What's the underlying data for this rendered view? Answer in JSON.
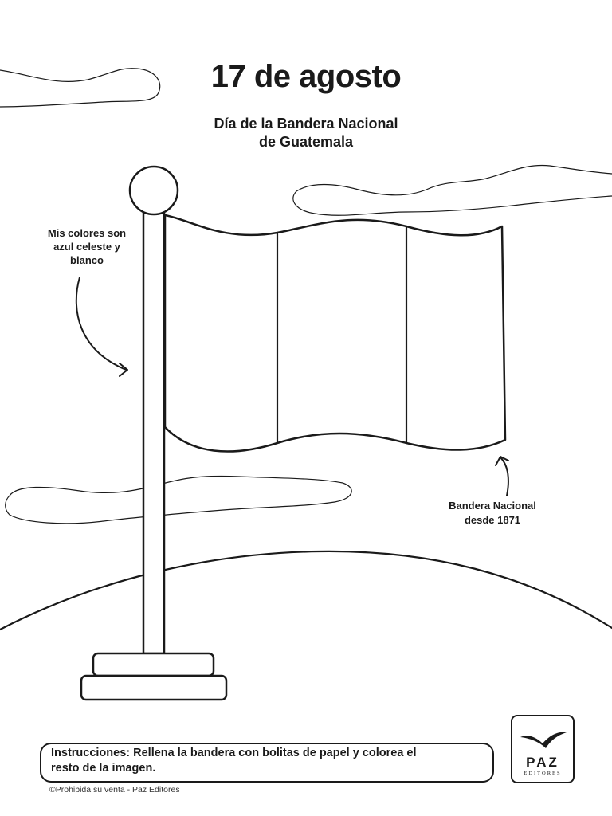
{
  "title": "17 de agosto",
  "subtitle_line1": "Día de la Bandera Nacional",
  "subtitle_line2": "de Guatemala",
  "annotation_left": {
    "line1": "Mis colores son",
    "line2": "azul celeste y",
    "line3": "blanco"
  },
  "annotation_right": {
    "line1": "Bandera Nacional",
    "line2": "desde 1871"
  },
  "instructions": {
    "line1": "Instrucciones: Rellena la bandera con bolitas de papel y colorea el",
    "line2": "resto de la imagen."
  },
  "copyright": "©Prohibida su venta - Paz Editores",
  "logo": {
    "word": "PAZ",
    "sub": "EDITORES",
    "icon": "bird-icon"
  },
  "colors": {
    "ink": "#1a1a1a",
    "background": "#ffffff"
  }
}
